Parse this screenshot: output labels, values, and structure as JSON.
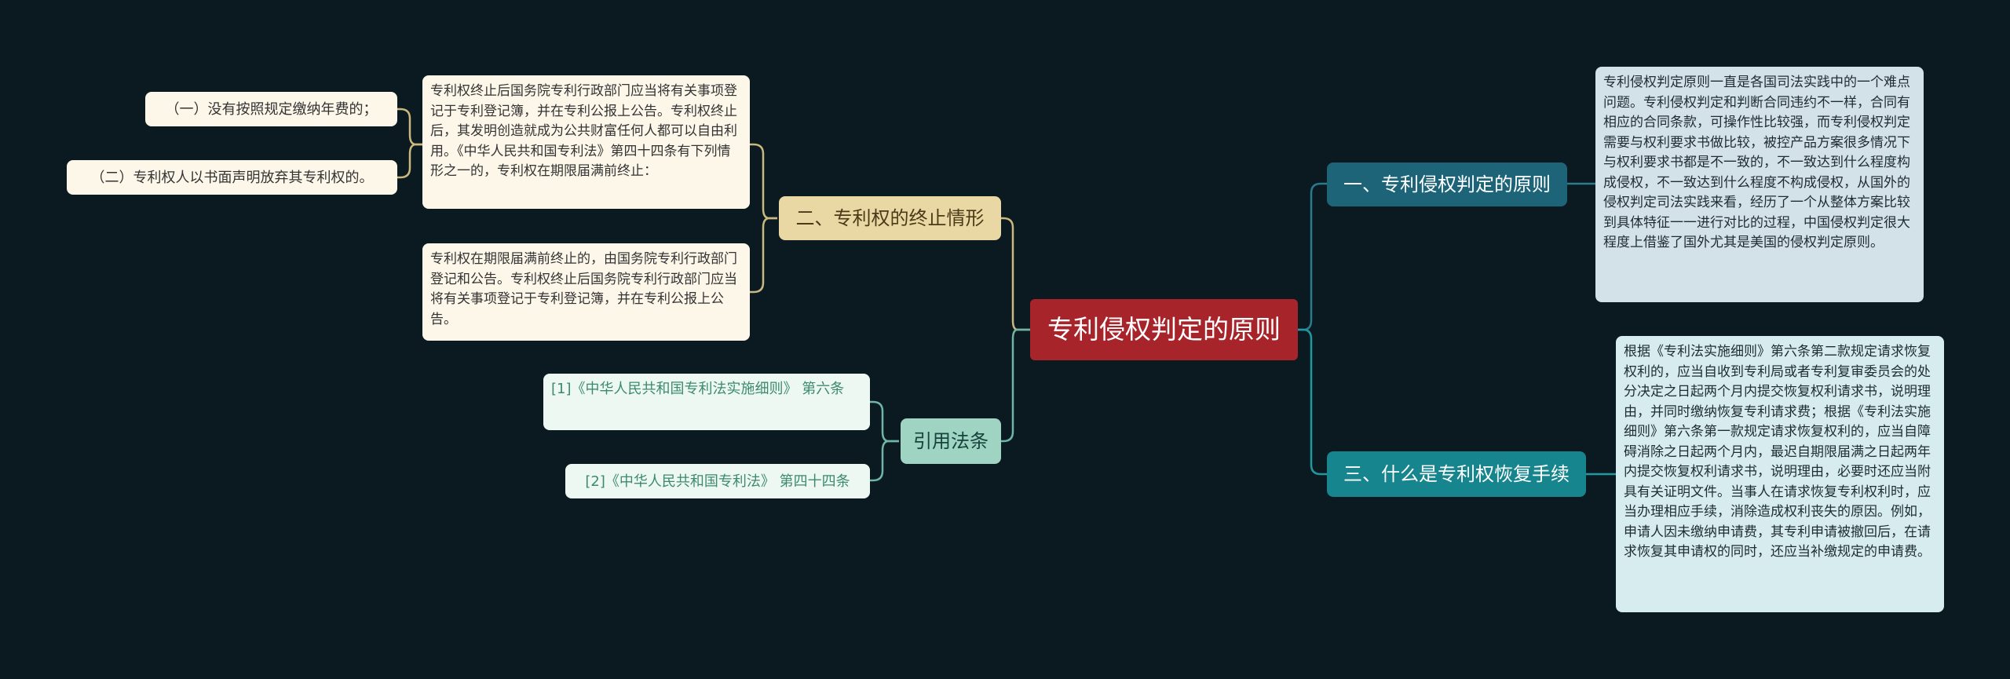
{
  "center": {
    "label": "专利侵权判定的原则"
  },
  "branches": {
    "termination": {
      "label": "二、专利权的终止情形",
      "detail_1": "专利权终止后国务院专利行政部门应当将有关事项登记于专利登记簿，并在专利公报上公告。专利权终止后，其发明创造就成为公共财富任何人都可以自由利用。《中华人民共和国专利法》第四十四条有下列情形之一的，专利权在期限届满前终止：",
      "sub_items": [
        "（一）没有按照规定缴纳年费的；",
        "（二）专利权人以书面声明放弃其专利权的。"
      ],
      "detail_2": "专利权在期限届满前终止的，由国务院专利行政部门登记和公告。专利权终止后国务院专利行政部门应当将有关事项登记于专利登记簿，并在专利公报上公告。"
    },
    "citations": {
      "label": "引用法条",
      "items": [
        "[1]《中华人民共和国专利法实施细则》 第六条",
        "[2]《中华人民共和国专利法》 第四十四条"
      ]
    },
    "principle": {
      "label": "一、专利侵权判定的原则",
      "detail": "专利侵权判定原则一直是各国司法实践中的一个难点问题。专利侵权判定和判断合同违约不一样，合同有相应的合同条款，可操作性比较强，而专利侵权判定需要与权利要求书做比较，被控产品方案很多情况下与权利要求书都是不一致的，不一致达到什么程度构成侵权，不一致达到什么程度不构成侵权，从国外的侵权判定司法实践来看，经历了一个从整体方案比较到具体特征一一进行对比的过程，中国侵权判定很大程度上借鉴了国外尤其是美国的侵权判定原则。"
    },
    "restoration": {
      "label": "三、什么是专利权恢复手续",
      "detail": "根据《专利法实施细则》第六条第二款规定请求恢复权利的，应当自收到专利局或者专利复审委员会的处分决定之日起两个月内提交恢复权利请求书，说明理由，并同时缴纳恢复专利请求费；根据《专利法实施细则》第六条第一款规定请求恢复权利的，应当自障碍消除之日起两个月内，最迟自期限届满之日起两年内提交恢复权利请求书，说明理由，必要时还应当附具有关证明文件。当事人在请求恢复专利权利时，应当办理相应手续，消除造成权利丧失的原因。例如，申请人因未缴纳申请费，其专利申请被撤回后，在请求恢复其申请权的同时，还应当补缴规定的申请费。"
    }
  },
  "colors": {
    "background": "#0b1a20",
    "center": "#a8242b",
    "termination_branch": "#e9d8a4",
    "citations_branch": "#9fd3c2",
    "principle_branch": "#1d6478",
    "restoration_branch": "#16858d"
  }
}
